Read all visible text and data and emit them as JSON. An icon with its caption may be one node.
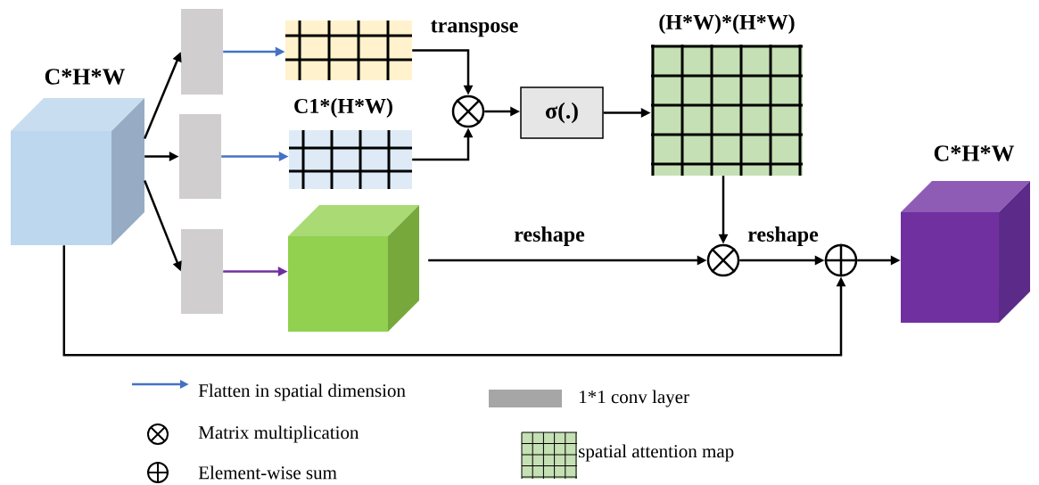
{
  "diagram": {
    "nodes": [
      {
        "text": [
          "C*H*W"
        ]
      },
      {
        "text": [],
        "shape": "bar"
      },
      {
        "text": [],
        "shape": "bar"
      },
      {
        "text": [],
        "shape": "bar"
      },
      {
        "text": [],
        "shape": "box"
      },
      {
        "text": [
          "C1*(H*W)"
        ]
      },
      {
        "text": [],
        "shape": "box"
      },
      {
        "text": [],
        "shape": "circle"
      },
      {
        "text": [
          "σ(.)"
        ]
      },
      {
        "text": [
          "(H*W)*(H*W)"
        ]
      },
      {
        "text": [],
        "shape": "circle"
      },
      {
        "text": [],
        "shape": "circle"
      },
      {
        "text": [
          "C*H*W"
        ]
      }
    ],
    "edges": [
      {
        "from": 0,
        "to": 1,
        "arrow": "to"
      },
      {
        "from": 0,
        "to": 2,
        "arrow": "to"
      },
      {
        "from": 0,
        "to": 3,
        "arrow": "to"
      },
      {
        "from": 1,
        "to": 4,
        "arrow": "to",
        "color": "#4472c4"
      },
      {
        "from": 2,
        "to": 5,
        "arrow": "to",
        "color": "#4472c4"
      },
      {
        "from": 3,
        "to": 6,
        "arrow": "to",
        "color": "#7030a0"
      },
      {
        "from": 4,
        "to": 7,
        "arrow": "to",
        "label": "transpose"
      },
      {
        "from": 5,
        "to": 7,
        "arrow": "to"
      },
      {
        "from": 7,
        "to": 8,
        "arrow": "to"
      },
      {
        "from": 8,
        "to": 9,
        "arrow": "to"
      },
      {
        "from": 6,
        "to": 10,
        "arrow": "to",
        "label": "reshape"
      },
      {
        "from": 9,
        "to": 10,
        "arrow": "to"
      },
      {
        "from": 10,
        "to": 11,
        "arrow": "to",
        "label": "reshape"
      },
      {
        "from": 0,
        "to": 11,
        "arrow": "to"
      },
      {
        "from": 11,
        "to": 12,
        "arrow": "to"
      }
    ],
    "legend": [
      {
        "text": "Flatten in spatial dimension"
      },
      {
        "text": "Matrix multiplication"
      },
      {
        "text": "Element-wise sum"
      },
      {
        "text": "1*1 conv layer",
        "color": "#a6a6a6"
      },
      {
        "text": "spatial attention map"
      }
    ]
  }
}
